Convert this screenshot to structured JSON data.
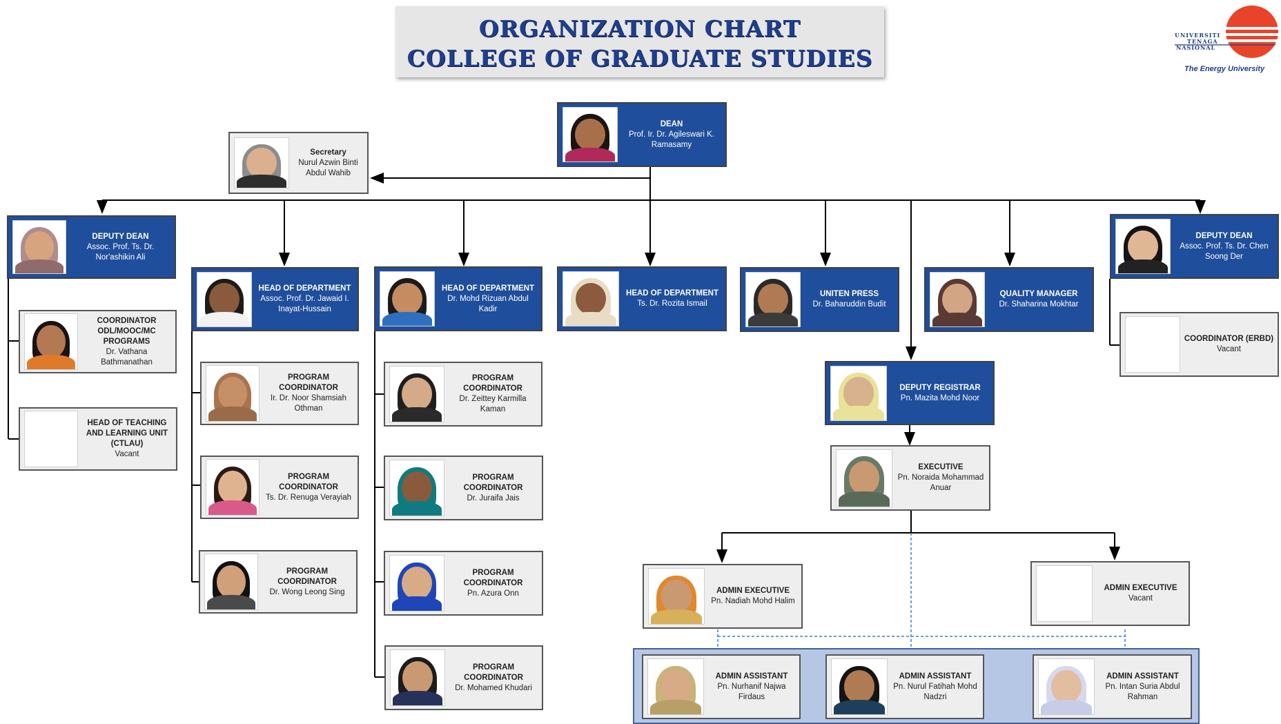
{
  "title": {
    "line1": "ORGANIZATION CHART",
    "line2": "COLLEGE OF GRADUATE STUDIES"
  },
  "logo": {
    "line1": "UNIVERSITI",
    "line2": "TENAGA",
    "line3": "NASIONAL",
    "tagline": "The Energy University"
  },
  "colors": {
    "dept_blue": "#1f4e9c",
    "staff_grey": "#eeeeee",
    "title_blue": "#1f3e8c",
    "band_blue": "#b6c7e6"
  },
  "nodes": {
    "dean": {
      "title": "DEAN",
      "name": "Prof. Ir. Dr. Agileswari K. Ramasamy"
    },
    "secretary": {
      "title": "Secretary",
      "name": "Nurul Azwin Binti Abdul Wahib"
    },
    "deputy_dean_left": {
      "title": "DEPUTY DEAN",
      "name": "Assoc. Prof. Ts. Dr. Nor'ashikin Ali"
    },
    "coord_odl": {
      "title": "COORDINATOR ODL/MOOC/MC PROGRAMS",
      "name": "Dr. Vathana Bathmanathan"
    },
    "head_ctlau": {
      "title": "HEAD OF TEACHING AND LEARNING UNIT (CTLAU)",
      "name": "Vacant"
    },
    "hod_1": {
      "title": "HEAD OF DEPARTMENT",
      "name": "Assoc. Prof. Dr. Jawaid I. Inayat-Hussain"
    },
    "pc_1a": {
      "title": "PROGRAM COORDINATOR",
      "name": "Ir. Dr. Noor Shamsiah Othman"
    },
    "pc_1b": {
      "title": "PROGRAM COORDINATOR",
      "name": "Ts. Dr. Renuga Verayiah"
    },
    "pc_1c": {
      "title": "PROGRAM COORDINATOR",
      "name": "Dr. Wong Leong Sing"
    },
    "hod_2": {
      "title": "HEAD OF DEPARTMENT",
      "name": "Dr. Mohd Rizuan Abdul Kadir"
    },
    "pc_2a": {
      "title": "PROGRAM COORDINATOR",
      "name": "Dr. Zeittey Karmilla Kaman"
    },
    "pc_2b": {
      "title": "PROGRAM COORDINATOR",
      "name": "Dr. Juraifa Jais"
    },
    "pc_2c": {
      "title": "PROGRAM COORDINATOR",
      "name": "Pn. Azura Onn"
    },
    "pc_2d": {
      "title": "PROGRAM COORDINATOR",
      "name": "Dr. Mohamed Khudari"
    },
    "hod_3": {
      "title": "HEAD OF DEPARTMENT",
      "name": "Ts. Dr. Rozita Ismail"
    },
    "uniten_press": {
      "title": "UNITEN PRESS",
      "name": "Dr. Baharuddin Budit"
    },
    "quality_manager": {
      "title": "QUALITY MANAGER",
      "name": "Dr. Shaharina Mokhtar"
    },
    "deputy_dean_right": {
      "title": "DEPUTY DEAN",
      "name": "Assoc. Prof. Ts. Dr. Chen Soong Der"
    },
    "coord_erbd": {
      "title": "COORDINATOR (ERBD)",
      "name": "Vacant"
    },
    "deputy_registrar": {
      "title": "DEPUTY REGISTRAR",
      "name": "Pn. Mazita Mohd Noor"
    },
    "executive": {
      "title": "EXECUTIVE",
      "name": "Pn. Noraida Mohammad Anuar"
    },
    "admin_exec_1": {
      "title": "ADMIN EXECUTIVE",
      "name": "Pn. Nadiah Mohd Halim"
    },
    "admin_exec_2": {
      "title": "ADMIN EXECUTIVE",
      "name": "Vacant"
    },
    "admin_asst_1": {
      "title": "ADMIN ASSISTANT",
      "name": "Pn. Nurhanif Najwa Firdaus"
    },
    "admin_asst_2": {
      "title": "ADMIN ASSISTANT",
      "name": "Pn. Nurul Fatihah Mohd Nadzri"
    },
    "admin_asst_3": {
      "title": "ADMIN ASSISTANT",
      "name": "Pn. Intan Suria Abdul Rahman"
    }
  }
}
